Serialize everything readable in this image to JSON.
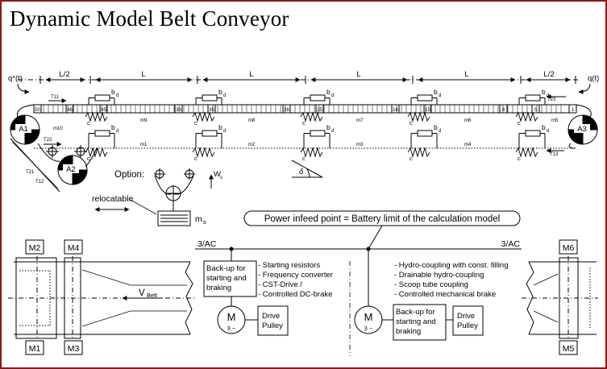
{
  "title": "Dynamic Model Belt Conveyor",
  "top": {
    "q_left": "q*(t)",
    "q_right": "q(t)",
    "tension_labels": [
      "T11",
      "T22",
      "T21",
      "T12",
      "T23",
      "T13"
    ],
    "spans": [
      "L/2",
      "L",
      "L",
      "L",
      "L",
      "L/2"
    ],
    "bd": "b",
    "bd_sub": "d",
    "c": "c",
    "mass_labels_top": [
      "m9",
      "m8",
      "m7",
      "m6",
      "m5"
    ],
    "mass_labels_bottom": [
      "m10",
      "m1",
      "m2",
      "m3",
      "m4"
    ],
    "segment_numbers": [
      "50",
      "46",
      "45",
      "36",
      "35",
      "26",
      "25",
      "16",
      "15",
      "6",
      "5",
      "1"
    ],
    "drums": [
      "A1",
      "A2",
      "A3"
    ],
    "option_label": "Option:",
    "ws": "W",
    "ws_sub": "s",
    "ms": "m",
    "ms_sub": "s",
    "relocatable": "relocatable",
    "angle": "δ"
  },
  "infeed": {
    "label": "Power infeed point = Battery limit of the calculation model",
    "ac_left": "3/AC",
    "ac_right": "3/AC"
  },
  "left_drive": {
    "backup": [
      "Back-up for",
      "starting and",
      "braking"
    ],
    "options": [
      "- Starting resistors",
      "- Frequency converter",
      "- CST-Drive   /",
      "- Controlled DC-brake"
    ],
    "motor": "M",
    "phase": "3 ~",
    "pulley": [
      "Drive",
      "Pulley"
    ]
  },
  "right_drive": {
    "options": [
      "- Hydro-coupling with const. filling",
      "- Drainable hydro-coupling",
      "- Scoop tube coupling",
      "- Controlled mechanical brake"
    ],
    "backup": [
      "Back-up for",
      "starting and",
      "braking"
    ],
    "motor": "M",
    "phase": "3 ~",
    "pulley": [
      "Drive",
      "Pulley"
    ]
  },
  "layout_plan": {
    "motors": [
      "M2",
      "M4",
      "M1",
      "M3",
      "M6",
      "M5"
    ],
    "velocity": "V",
    "velocity_sub": "Belt"
  }
}
